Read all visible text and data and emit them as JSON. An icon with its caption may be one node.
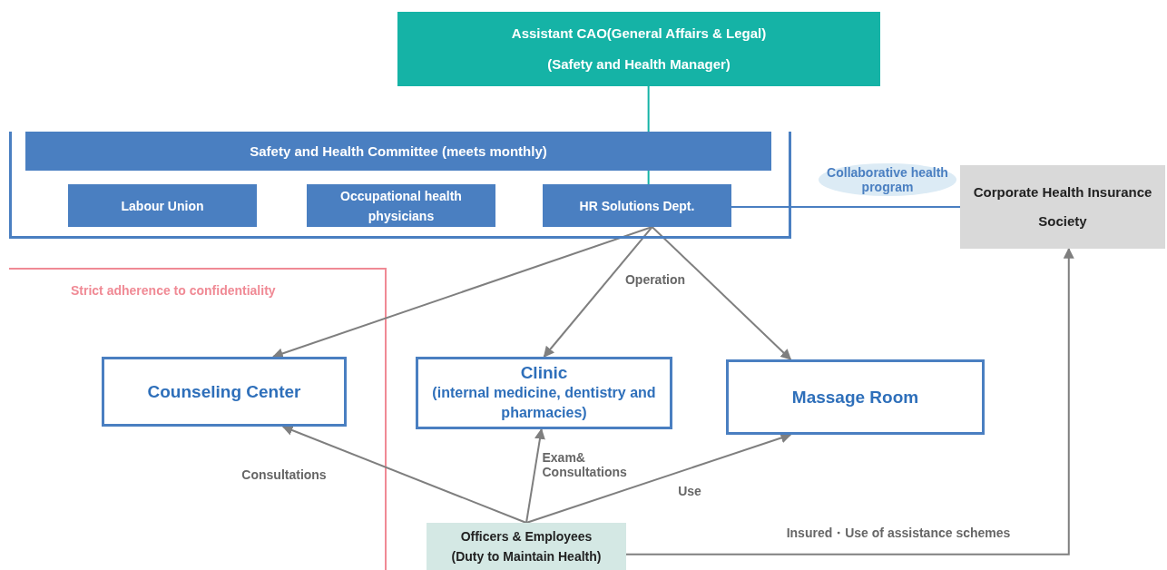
{
  "diagram": {
    "nodes": [
      {
        "text": [
          "Assistant CAO(General Affairs  & Legal)",
          "(Safety and Health Manager)"
        ]
      },
      {
        "text": [
          "Safety and Health Committee (meets monthly)"
        ]
      },
      {
        "text": [
          "Labour Union"
        ],
        "in": 1
      },
      {
        "text": [
          "Occupational health physicians"
        ],
        "in": 1
      },
      {
        "text": [
          "HR Solutions Dept."
        ],
        "in": 1
      },
      {
        "text": [
          "Corporate Health Insurance Society"
        ]
      },
      {
        "text": [
          "Counseling Center"
        ]
      },
      {
        "text": [
          "Clinic",
          "(internal medicine, dentistry and pharmacies)"
        ]
      },
      {
        "text": [
          "Massage Room"
        ]
      },
      {
        "text": [
          "Officers & Employees",
          "(Duty to Maintain Health)"
        ]
      }
    ],
    "edges": [
      {
        "from": 0,
        "to": 4,
        "arrow": "none",
        "color": "#15b3a6"
      },
      {
        "from": 4,
        "to": 5,
        "arrow": "none",
        "label": "Collaborative health program",
        "color": "#4a7fc1"
      },
      {
        "from": 4,
        "to": 6,
        "arrow": "to"
      },
      {
        "from": 4,
        "to": 7,
        "arrow": "to",
        "label": "Operation"
      },
      {
        "from": 4,
        "to": 8,
        "arrow": "to"
      },
      {
        "from": 9,
        "to": 6,
        "arrow": "to",
        "label": "Consultations"
      },
      {
        "from": 9,
        "to": 7,
        "arrow": "to",
        "label": "Exam& Consultations"
      },
      {
        "from": 9,
        "to": 8,
        "arrow": "to",
        "label": "Use"
      },
      {
        "from": 9,
        "to": 5,
        "arrow": "to",
        "label": "Insured・Use of assistance schemes"
      }
    ],
    "labels": [
      "Strict adherence to confidentiality"
    ]
  }
}
